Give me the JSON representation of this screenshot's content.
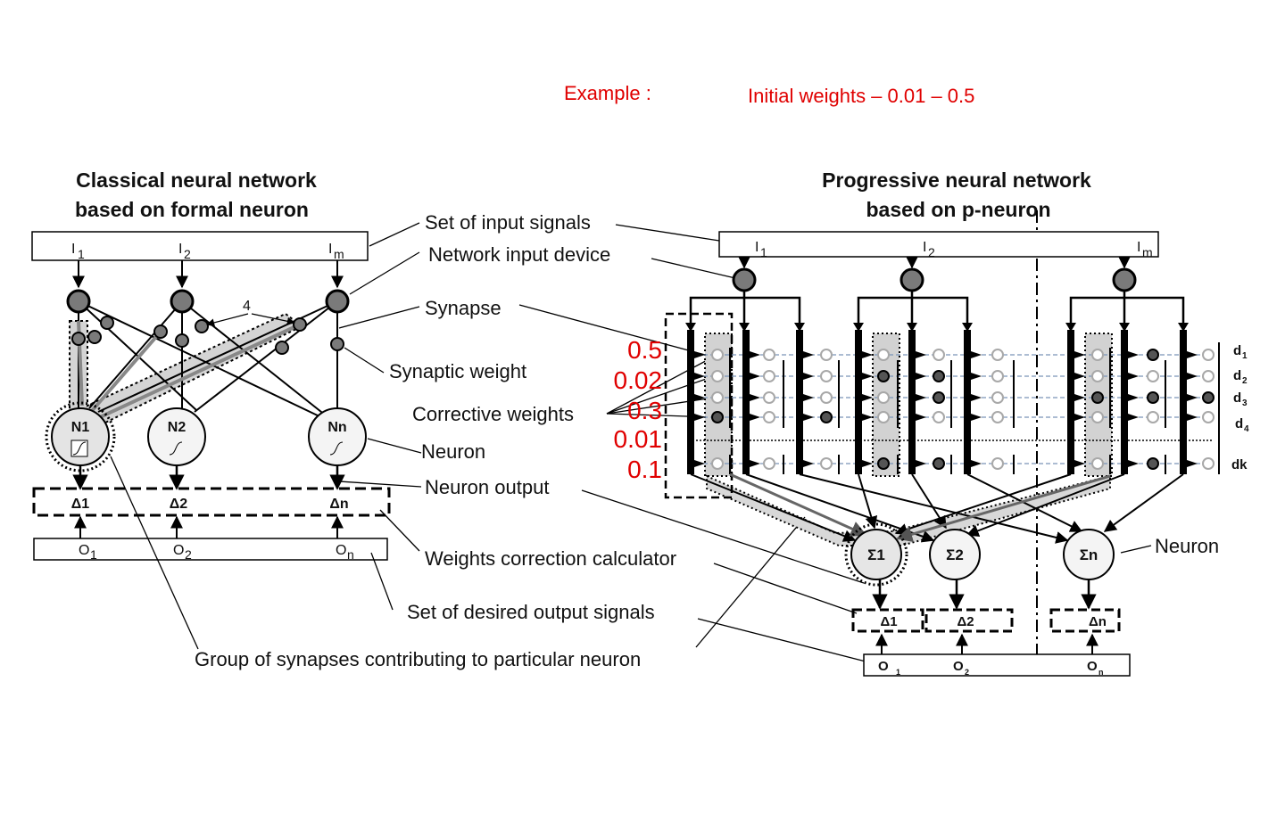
{
  "header": {
    "example_label": "Example :",
    "example_text": "Initial weights – 0.01 – 0.5"
  },
  "classical": {
    "title_line1": "Classical neural network",
    "title_line2": "based on formal neuron",
    "inputs": [
      "I",
      "I",
      "I"
    ],
    "input_subs": [
      "1",
      "2",
      "m"
    ],
    "neurons": [
      "N1",
      "N2",
      "Nn"
    ],
    "deltas": [
      "Δ1",
      "Δ2",
      "Δn"
    ],
    "outputs": [
      "O",
      "O",
      "O"
    ],
    "output_subs": [
      "1",
      "2",
      "n"
    ],
    "callout_number": "4"
  },
  "progressive": {
    "title_line1": "Progressive neural network",
    "title_line2": "based on p-neuron",
    "inputs": [
      "I",
      "I",
      "I"
    ],
    "input_subs": [
      "1",
      "2",
      "m"
    ],
    "neurons": [
      "Σ1",
      "Σ2",
      "Σn"
    ],
    "deltas": [
      "Δ1",
      "Δ2",
      "Δn"
    ],
    "outputs": [
      "O",
      "O",
      "O"
    ],
    "output_subs": [
      "1",
      "2",
      "n"
    ],
    "row_labels": [
      "d",
      "d",
      "d",
      "d",
      "dk"
    ],
    "row_label_subs": [
      "1",
      "2",
      "3",
      "4",
      ""
    ]
  },
  "weights": [
    "0.5",
    "0.02",
    "0.3",
    "0.01",
    "0.1"
  ],
  "labels": {
    "input_signals": "Set of input signals",
    "input_device": "Network input device",
    "synapse": "Synapse",
    "synaptic_weight": "Synaptic weight",
    "corrective_weights": "Corrective weights",
    "neuron": "Neuron",
    "neuron_output": "Neuron output",
    "weights_correction": "Weights correction calculator",
    "desired_outputs": "Set of desired output signals",
    "group_synapses": "Group of synapses contributing to particular neuron",
    "neuron_right": "Neuron"
  },
  "colors": {
    "accent_red": "#e00000",
    "node_gray": "#808080",
    "highlight_gray": "#d0d0d0"
  }
}
